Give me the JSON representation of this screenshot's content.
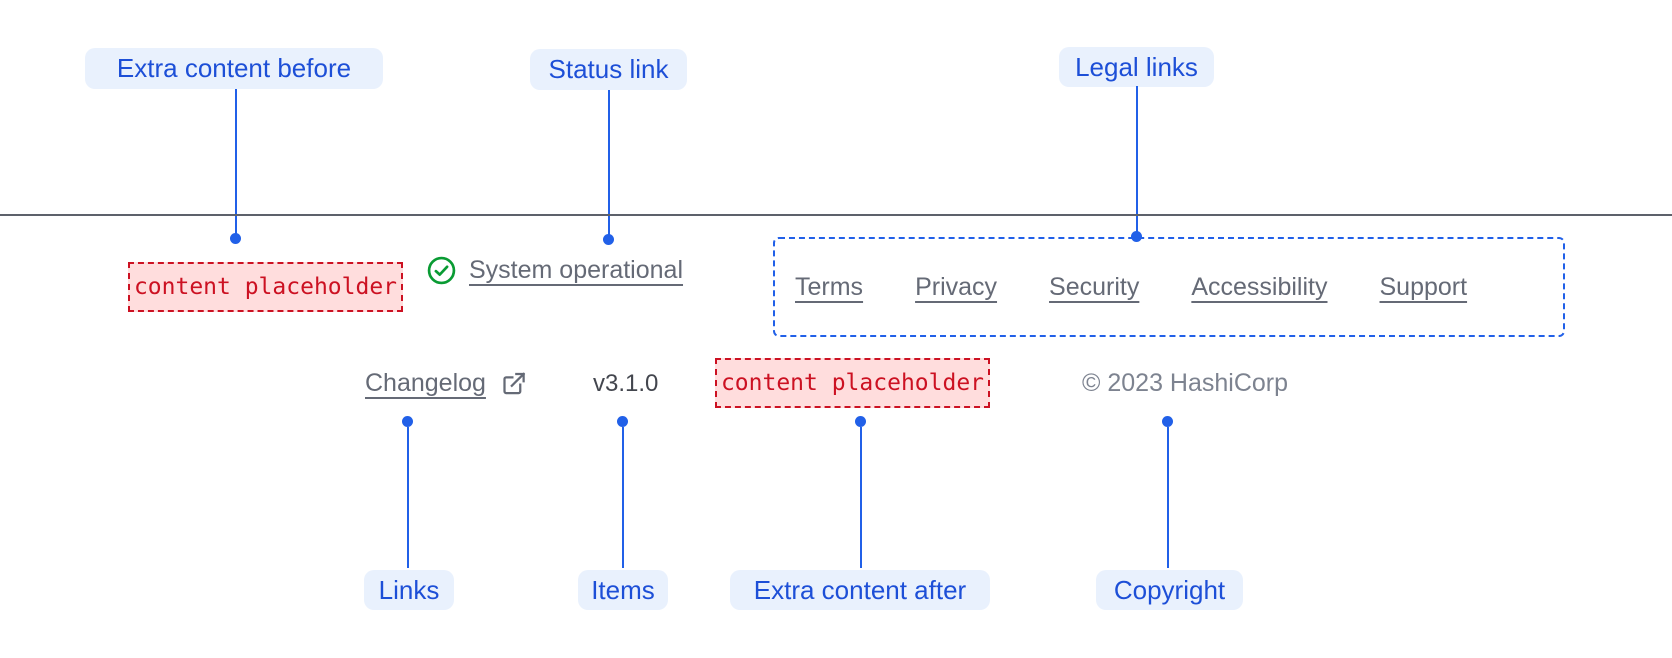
{
  "colors": {
    "annotation-blue": "#1d4fd7",
    "annotation-pill-bg": "#e9f1fd",
    "connector-blue": "#2160e8",
    "divider-gray": "#5d616b",
    "link-gray": "#656a76",
    "version-gray": "#43464e",
    "copyright-gray": "#7d8390",
    "placeholder-red": "#cc1122",
    "placeholder-bg": "#ffdddd",
    "status-green": "#099b33"
  },
  "annotations": {
    "extra_content_before": "Extra content before",
    "status_link": "Status link",
    "legal_links": "Legal links",
    "links": "Links",
    "items": "Items",
    "extra_content_after": "Extra content after",
    "copyright": "Copyright"
  },
  "footer": {
    "extra_content_before_placeholder": "content placeholder",
    "status": {
      "label": "System operational"
    },
    "legal": {
      "links": [
        "Terms",
        "Privacy",
        "Security",
        "Accessibility",
        "Support"
      ]
    },
    "links": {
      "changelog_label": "Changelog"
    },
    "version": "v3.1.0",
    "extra_content_after_placeholder": "content placeholder",
    "copyright_text": "© 2023 HashiCorp"
  }
}
